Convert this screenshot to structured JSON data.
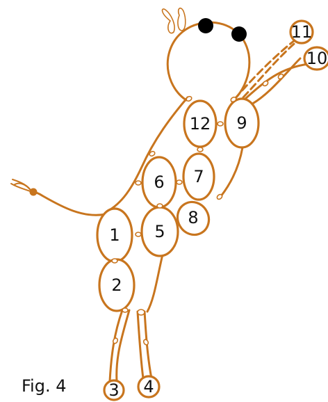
{
  "caption": "Fig. 4",
  "colors": {
    "stroke": "#C8751E",
    "eyes": "#000000",
    "text": "#111111",
    "tail_tip": "#C8751E"
  },
  "icons": [
    "eye-icon",
    "ear-icon",
    "tail-tip-icon"
  ],
  "segments": {
    "s1": "1",
    "s2": "2",
    "s3": "3",
    "s4": "4",
    "s5": "5",
    "s6": "6",
    "s7": "7",
    "s8": "8",
    "s9": "9",
    "s10": "10",
    "s11": "11",
    "s12": "12"
  }
}
